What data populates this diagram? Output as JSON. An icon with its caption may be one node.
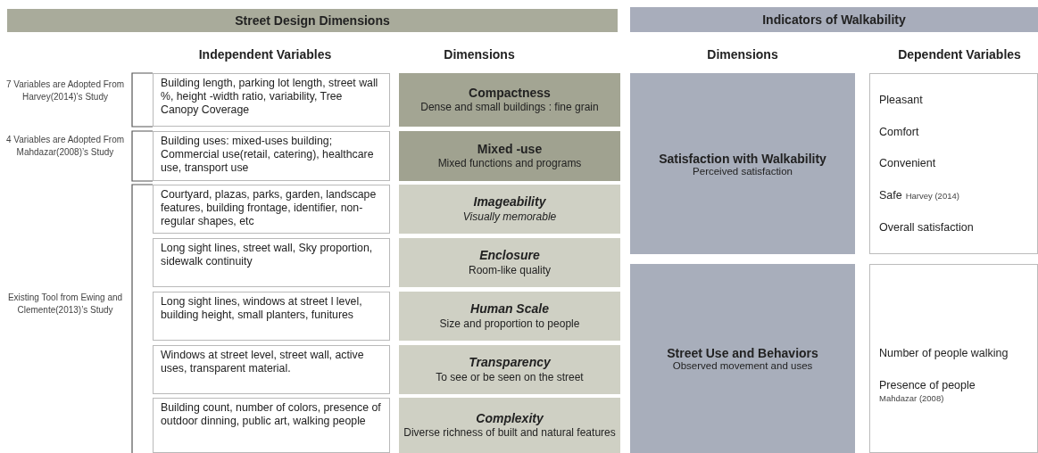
{
  "diagram": {
    "nodes": [
      {
        "text": [
          "Street Design Dimensions"
        ]
      },
      {
        "text": [
          "Indicators of Walkability"
        ]
      },
      {
        "text": [
          "Building length, parking lot length, street wall %,  height -width ratio, variability, Tree Canopy Coverage"
        ]
      },
      {
        "text": [
          "Compactness",
          "Dense and small buildings : fine grain"
        ]
      },
      {
        "text": [
          "Satisfaction with Walkability",
          "Perceived satisfaction"
        ]
      },
      {
        "text": [
          "Pleasant",
          "Comfort",
          "Convenient",
          "Safe",
          "Harvey (2014)",
          "Overall satisfaction"
        ]
      },
      {
        "text": [
          "Building uses: mixed-uses building; Commercial use(retail, catering), healthcare use, transport use"
        ]
      },
      {
        "text": [
          "Mixed -use",
          "Mixed functions and programs"
        ]
      },
      {
        "text": [
          "Courtyard, plazas, parks, garden, landscape features, building frontage, identifier, non-regular shapes, etc"
        ]
      },
      {
        "text": [
          "Imageability",
          "Visually memorable"
        ]
      },
      {
        "text": [
          "Long sight lines, street wall, Sky proportion, sidewalk continuity"
        ]
      },
      {
        "text": [
          "Enclosure",
          "Room-like quality"
        ]
      },
      {
        "text": [
          "Street Use and Behaviors",
          "Observed movement and uses"
        ]
      },
      {
        "text": [
          "Number of people walking",
          "Presence of people",
          "Mahdazar (2008)"
        ]
      },
      {
        "text": [
          "Long sight lines, windows at street l level, building height, small planters, funitures"
        ]
      },
      {
        "text": [
          "Human Scale",
          "Size and proportion to people"
        ]
      },
      {
        "text": [
          "Windows at street  level, street wall, active uses, transparent material."
        ]
      },
      {
        "text": [
          "Transparency",
          "To see or be seen on the street"
        ]
      },
      {
        "text": [
          "Building count, number of colors, presence of outdoor dinning, public art, walking people"
        ]
      },
      {
        "text": [
          "Complexity",
          "Diverse richness of built and natural features"
        ]
      }
    ],
    "labels": [
      "Independent Variables",
      "Dimensions",
      "Dimensions",
      "Dependent Variables",
      "7 Variables are Adopted From Harvey(2014)’s Study",
      "4 Variables are Adopted From Mahdazar(2008)’s Study",
      "Existing Tool from Ewing and Clemente(2013)’s Study"
    ]
  }
}
